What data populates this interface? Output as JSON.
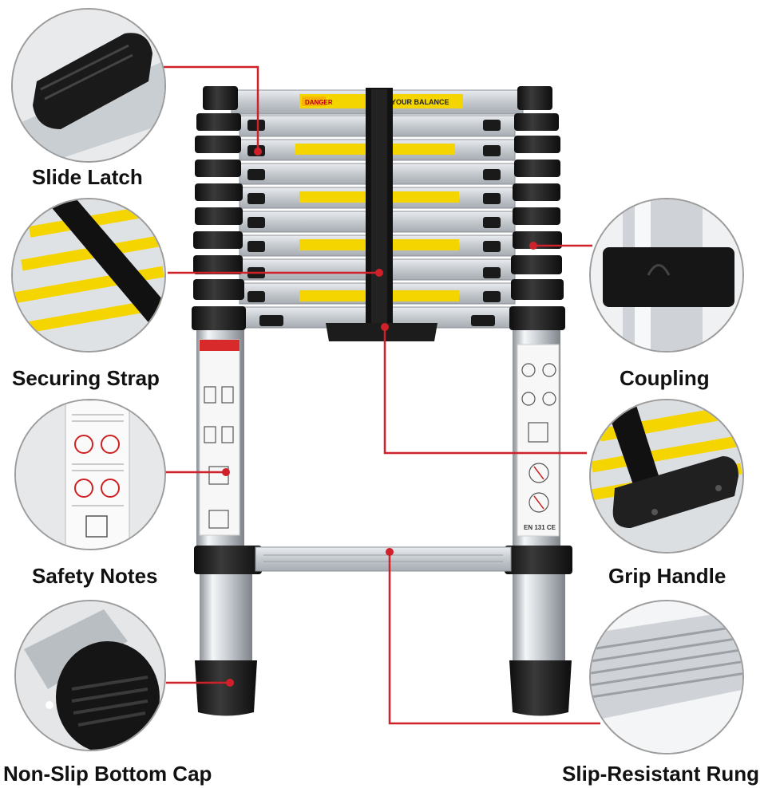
{
  "labels": {
    "slide_latch": "Slide Latch",
    "securing_strap": "Securing Strap",
    "safety_notes": "Safety Notes",
    "non_slip_bottom_cap": "Non-Slip Bottom Cap",
    "coupling": "Coupling",
    "grip_handle": "Grip Handle",
    "slip_resistant_rung": "Slip-Resistant Rung"
  },
  "rung_stickers": {
    "danger": "DANGER",
    "balance": "YOUR BALANCE"
  },
  "certification": "EN 131 CE",
  "colors": {
    "callout_line": "#d0202a",
    "sticker_yellow": "#f5d500",
    "ladder_black": "#1c1c1c",
    "aluminum": "#cfd3d7",
    "circle_border": "#9c9c9c"
  }
}
